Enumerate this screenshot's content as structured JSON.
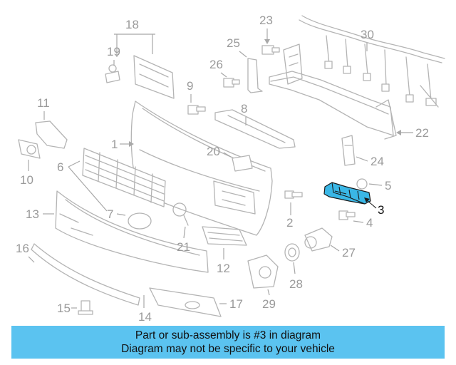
{
  "callouts": {
    "c1": "1",
    "c2": "2",
    "c3": "3",
    "c4": "4",
    "c5": "5",
    "c6": "6",
    "c7": "7",
    "c8": "8",
    "c9": "9",
    "c10": "10",
    "c11": "11",
    "c12": "12",
    "c13": "13",
    "c14": "14",
    "c15": "15",
    "c16": "16",
    "c17": "17",
    "c18": "18",
    "c19": "19",
    "c20": "20",
    "c21": "21",
    "c22": "22",
    "c23": "23",
    "c24": "24",
    "c25": "25",
    "c26": "26",
    "c27": "27",
    "c28": "28",
    "c29": "29",
    "c30": "30"
  },
  "highlighted_part": "3",
  "colors": {
    "highlight": "#3ab7e6",
    "banner": "#5bc3f0",
    "parts": "#b4b4b4"
  },
  "banner": {
    "line1": "Part or sub-assembly is #3 in diagram",
    "line2": "Diagram may not be specific to your vehicle"
  }
}
